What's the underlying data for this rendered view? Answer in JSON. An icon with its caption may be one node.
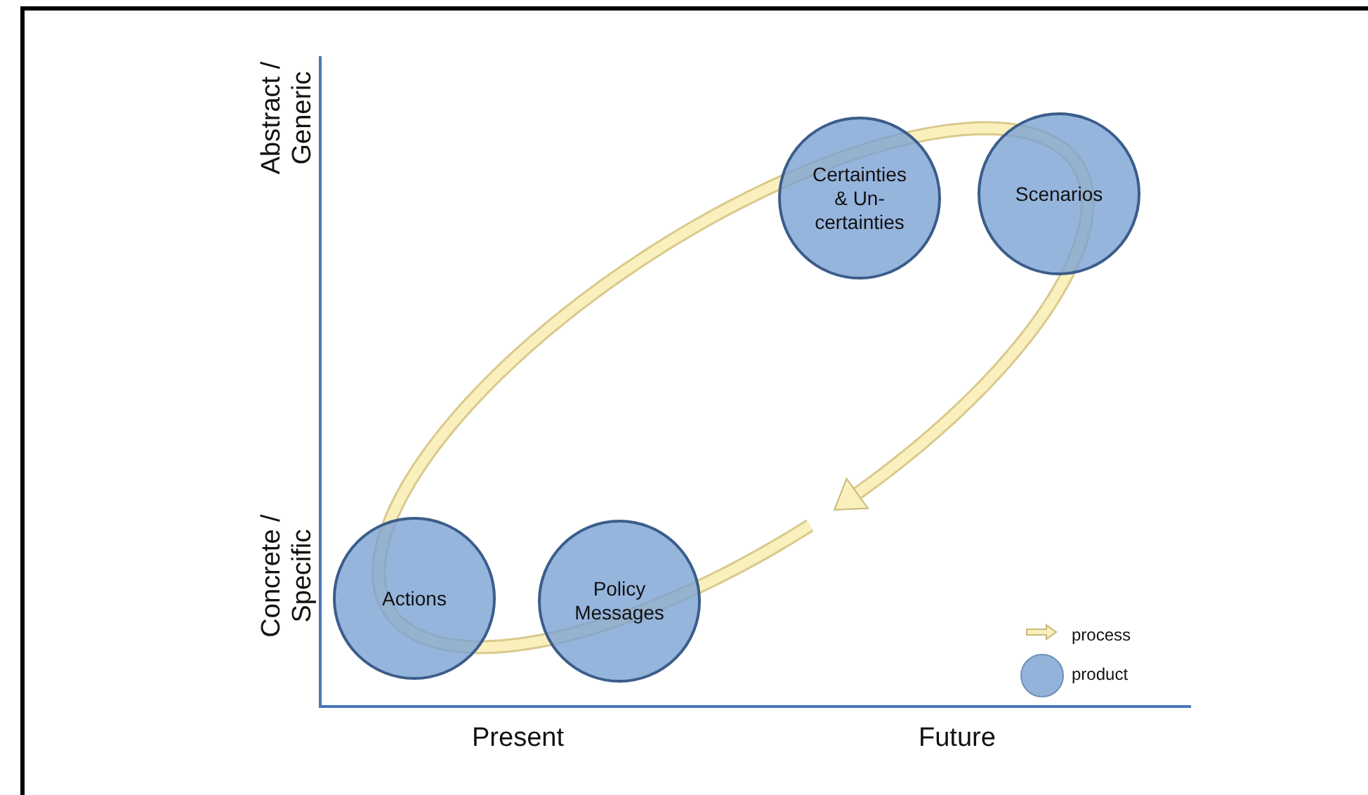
{
  "diagram": {
    "nodes": [
      {
        "text": [
          "Actions"
        ]
      },
      {
        "text": [
          "Policy Messages"
        ]
      },
      {
        "text": [
          "Certainties & Un-certainties"
        ]
      },
      {
        "text": [
          "Scenarios"
        ]
      }
    ],
    "labels": [
      "Abstract / Generic",
      "Concrete / Specific",
      "Present",
      "Future"
    ],
    "legend": [
      {
        "text": "process"
      },
      {
        "text": "product",
        "color": "#94b3da"
      }
    ]
  }
}
